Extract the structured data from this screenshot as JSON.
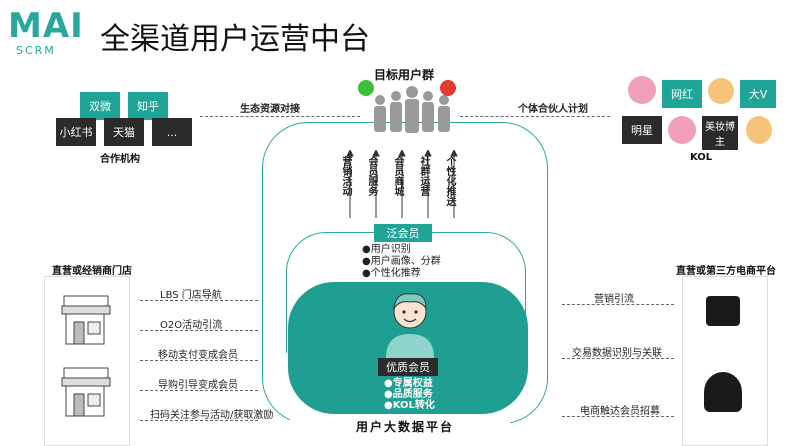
{
  "brand": {
    "logo_main": "MAI",
    "logo_sub": "SCRM"
  },
  "title": "全渠道用户运营中台",
  "target_group": "目标用户群",
  "partners": {
    "caption": "合作机构",
    "items": [
      {
        "label": "双微"
      },
      {
        "label": "知乎"
      },
      {
        "label": "小红书"
      },
      {
        "label": "天猫"
      },
      {
        "label": "..."
      }
    ],
    "link": "生态资源对接"
  },
  "kol": {
    "caption": "KOL",
    "items": [
      {
        "label": "网红"
      },
      {
        "label": "大V"
      },
      {
        "label": "明星"
      },
      {
        "label": "美妆博主"
      }
    ],
    "link": "个体合伙人计划"
  },
  "channels": [
    {
      "label": "营销活动"
    },
    {
      "label": "会员服务"
    },
    {
      "label": "会员商城"
    },
    {
      "label": "社群运营"
    },
    {
      "label": "个性化推送"
    }
  ],
  "pan_member": {
    "label": "泛会员",
    "features": [
      "●用户识别",
      "●用户画像、分群",
      "●个性化推荐"
    ]
  },
  "premium_member": {
    "label": "优质会员",
    "features": [
      "●专属权益",
      "●品质服务",
      "●KOL转化"
    ]
  },
  "platform": "用户大数据平台",
  "left_panel": {
    "title": "直营或经销商门店",
    "flows": [
      {
        "label": "LBS 门店导航"
      },
      {
        "label": "O2O活动引流"
      },
      {
        "label": "移动支付变成会员"
      },
      {
        "label": "导购引导变成会员"
      },
      {
        "label": "扫码关注参与活动/获取激励"
      }
    ]
  },
  "right_panel": {
    "title": "直营或第三方电商平台",
    "flows": [
      {
        "label": "营销引流"
      },
      {
        "label": "交易数据识别与关联"
      },
      {
        "label": "电商触达会员招募"
      }
    ]
  },
  "colors": {
    "accent": "#1fa597",
    "dark": "#2b2b2b",
    "wechat": "#3bbf3b",
    "weibo": "#e33b2e"
  }
}
